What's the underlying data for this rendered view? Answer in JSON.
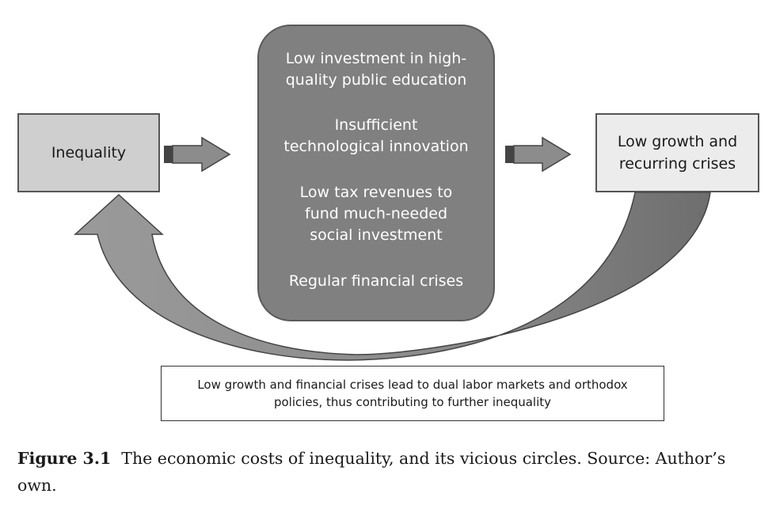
{
  "nodes": {
    "inequality": "Inequality",
    "low_growth": "Low growth and\nrecurring crises"
  },
  "center_items": [
    "Low investment in high-\nquality public education",
    "Insufficient\ntechnological innovation",
    "Low tax revenues to\nfund much-needed\nsocial investment",
    "Regular financial crises"
  ],
  "feedback_note": "Low growth and financial crises lead to dual labor markets and orthodox\npolicies, thus contributing to further inequality",
  "figure_caption": {
    "label": "Figure 3.1",
    "text": "The economic costs of inequality, and its vicious circles. Source: Author’s own."
  },
  "colors": {
    "inequality_fill": "#cfcfcf",
    "low_growth_fill": "#ececec",
    "center_fill": "#808080",
    "arrow_fill": "#8c8c8c",
    "curve_fill": "#7d7d7d"
  }
}
